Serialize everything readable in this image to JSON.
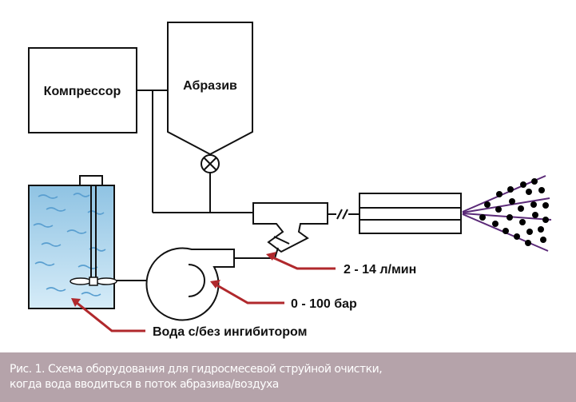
{
  "diagram": {
    "compressor_label": "Компрессор",
    "abrasive_label": "Абразив",
    "flow_label": "2 - 14 л/мин",
    "pressure_label": "0 - 100 бар",
    "water_label": "Вода с/без ингибитором"
  },
  "caption": {
    "line1": "Рис. 1. Схема оборудования для гидросмесевой струйной очистки,",
    "line2": "когда вода вводиться в поток  абразива/воздуха"
  },
  "colors": {
    "stroke": "#111111",
    "water_top": "#8fc3e3",
    "water_bottom": "#d6ecf8",
    "wave": "#5a9fd0",
    "arrow": "#b0282c",
    "spray_line": "#5b2a78",
    "particle": "#000000",
    "caption_bg": "#b5a3aa"
  }
}
